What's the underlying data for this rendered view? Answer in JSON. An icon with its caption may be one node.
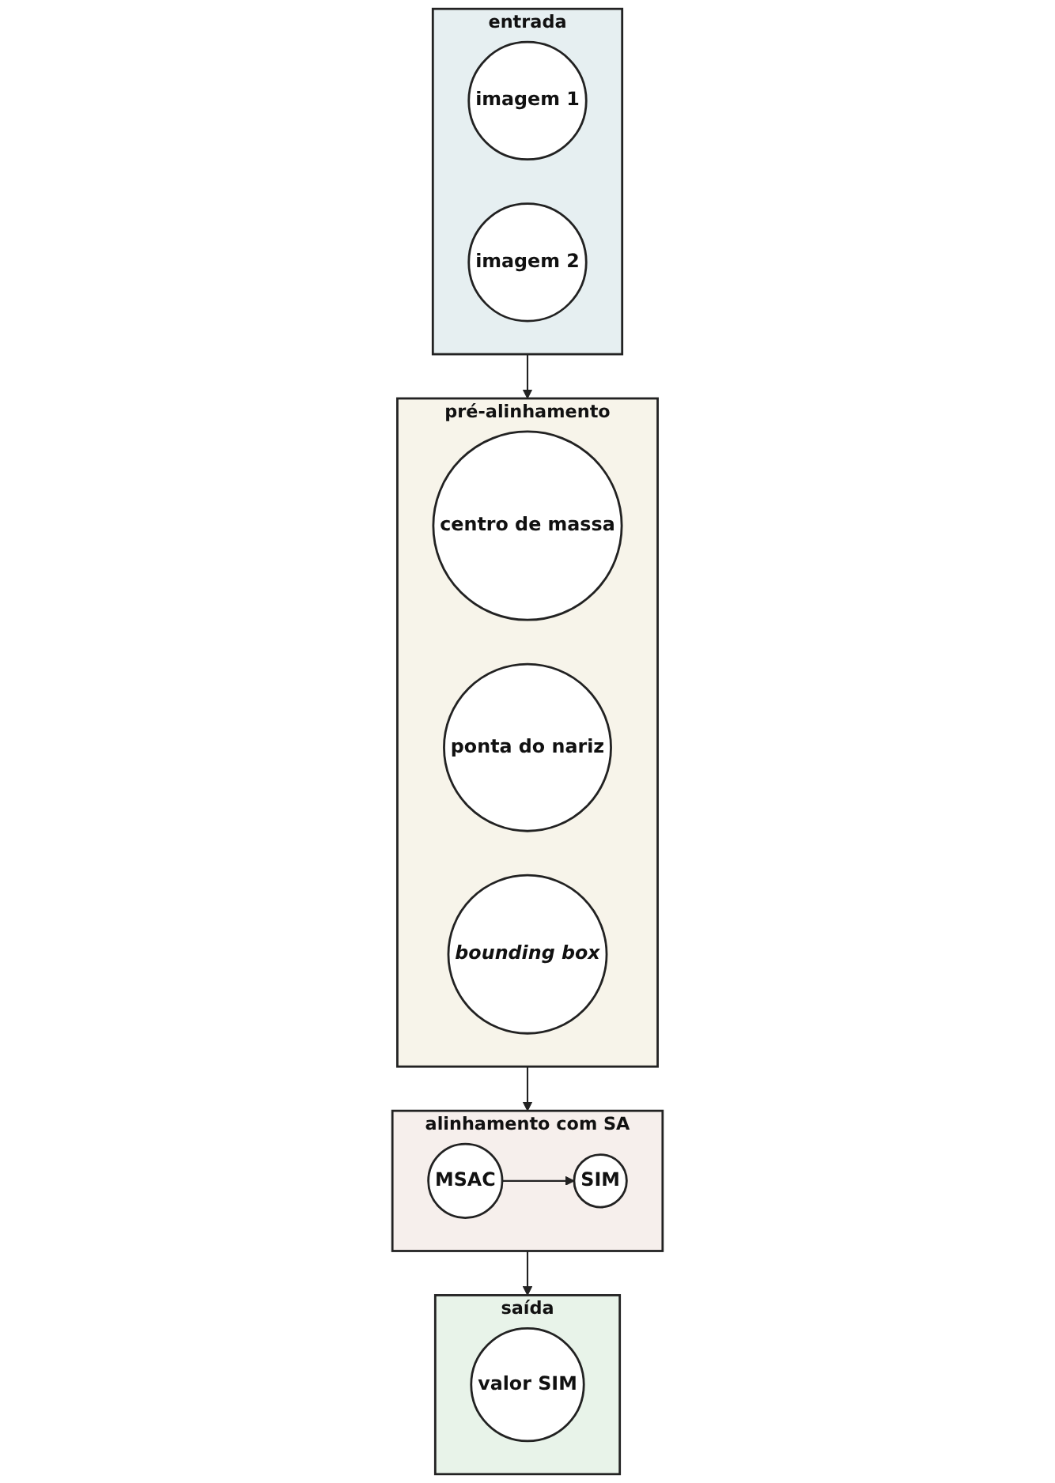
{
  "diagram": {
    "nodes": [
      {
        "text": [
          "entrada"
        ]
      },
      {
        "text": [
          "imagem 1"
        ],
        "in": 0
      },
      {
        "text": [
          "imagem 2"
        ],
        "in": 0
      },
      {
        "text": [
          "pré-alinhamento"
        ]
      },
      {
        "text": [
          "centro de massa"
        ],
        "in": 3
      },
      {
        "text": [
          "ponta do nariz"
        ],
        "in": 3
      },
      {
        "text": [
          "bounding box"
        ],
        "in": 3
      },
      {
        "text": [
          "alinhamento com SA"
        ]
      },
      {
        "text": [
          "MSAC"
        ],
        "in": 7
      },
      {
        "text": [
          "SIM"
        ],
        "in": 7
      },
      {
        "text": [
          "saída"
        ]
      },
      {
        "text": [
          "valor SIM"
        ],
        "in": 10
      }
    ],
    "edges": [
      {
        "from": 0,
        "to": 3,
        "arrow": "to"
      },
      {
        "from": 3,
        "to": 7,
        "arrow": "to"
      },
      {
        "from": 7,
        "to": 10,
        "arrow": "to"
      },
      {
        "from": 8,
        "to": 9,
        "arrow": "to"
      }
    ]
  }
}
